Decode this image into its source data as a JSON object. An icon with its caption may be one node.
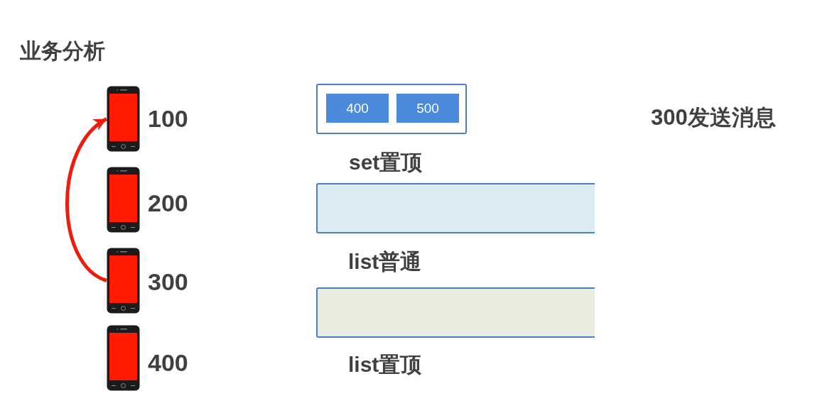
{
  "diagram": {
    "title": "业务分析",
    "nodes": [
      {
        "text": [],
        "shape": "phone",
        "beside": [
          "100"
        ]
      },
      {
        "text": [],
        "shape": "phone",
        "beside": [
          "200"
        ]
      },
      {
        "text": [],
        "shape": "phone",
        "beside": [
          "300"
        ]
      },
      {
        "text": [],
        "shape": "phone",
        "beside": [
          "400"
        ]
      },
      {
        "text": [],
        "shape": "box",
        "beside": [
          "set置顶"
        ]
      },
      {
        "text": [
          "400"
        ],
        "in": 4
      },
      {
        "text": [
          "500"
        ],
        "in": 4
      },
      {
        "text": [],
        "shape": "bar",
        "beside": [
          "list普通"
        ]
      },
      {
        "text": [],
        "shape": "bar",
        "beside": [
          "list置顶"
        ]
      }
    ],
    "edges": [
      {
        "from": 2,
        "to": 0,
        "arrow": "to"
      }
    ],
    "labels": [
      "300发送消息"
    ]
  }
}
